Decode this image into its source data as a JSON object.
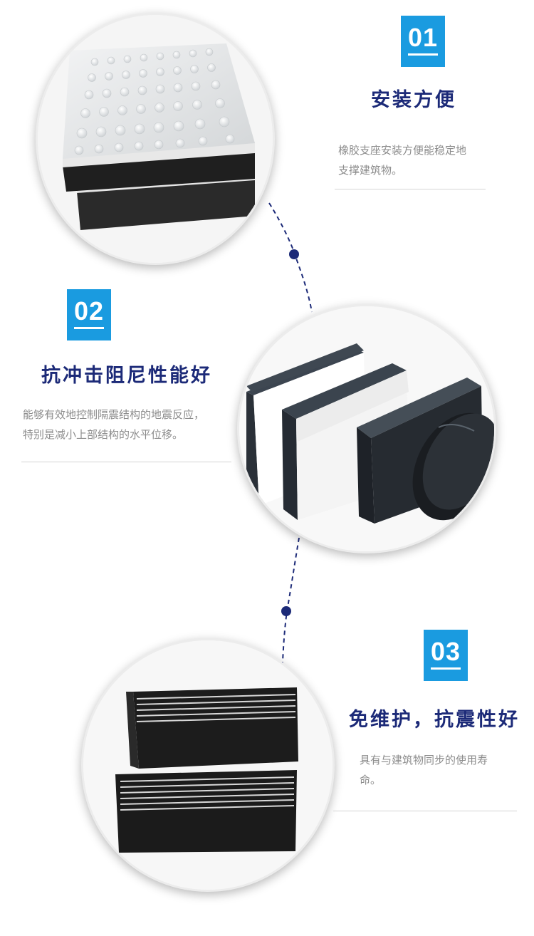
{
  "features": [
    {
      "number": "01",
      "title": "安装方便",
      "desc_lines": [
        "橡胶支座安装方便能稳定地",
        "支撑建筑物。"
      ],
      "image_icon": "rubber-bearing-pad-icon"
    },
    {
      "number": "02",
      "title": "抗冲击阻尼性能好",
      "desc_lines": [
        "能够有效地控制隔震结构的地震反应，",
        "特别是减小上部结构的水平位移。"
      ],
      "image_icon": "rubber-blocks-icon"
    },
    {
      "number": "03",
      "title": "免维护，抗震性好",
      "desc_lines": [
        "具有与建筑物同步的使用寿",
        "命。"
      ],
      "image_icon": "laminated-bearing-icon"
    }
  ],
  "colors": {
    "badge": "#1a9be0",
    "title": "#1c2a78",
    "description": "#8c8c8c",
    "connector": "#1c2a78"
  }
}
